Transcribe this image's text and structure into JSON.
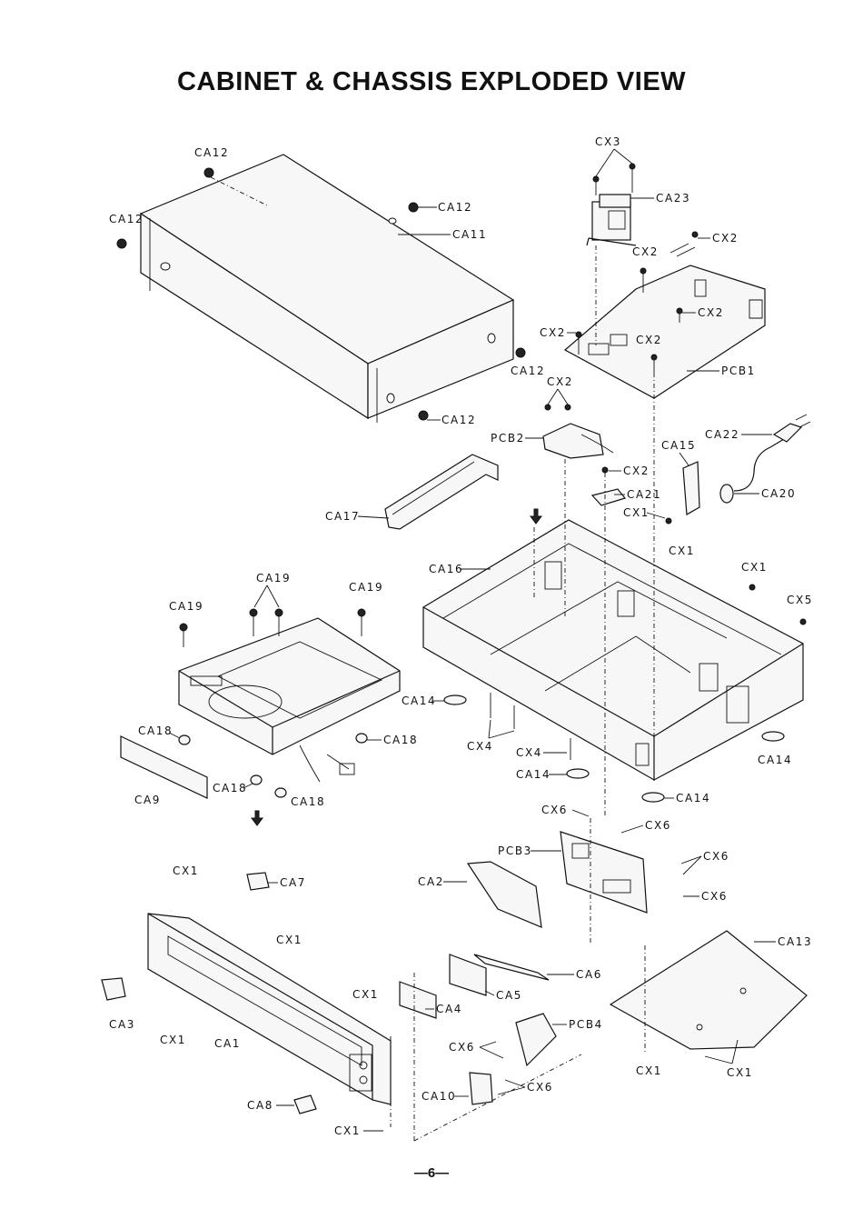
{
  "title": "CABINET & CHASSIS EXPLODED VIEW",
  "page_number": "—6—",
  "labels": {
    "ca12_a": "CA12",
    "ca12_b": "CA12",
    "ca12_c": "CA12",
    "ca12_d": "CA12",
    "ca12_e": "CA12",
    "ca11": "CA11",
    "cx3": "CX3",
    "ca23": "CA23",
    "cx2_a": "CX2",
    "cx2_b": "CX2",
    "cx2_c": "CX2",
    "cx2_d": "CX2",
    "cx2_e": "CX2",
    "cx2_f": "CX2",
    "cx2_g": "CX2",
    "pcb1": "PCB1",
    "pcb2": "PCB2",
    "ca22": "CA22",
    "ca15": "CA15",
    "ca20": "CA20",
    "ca21": "CA21",
    "ca17": "CA17",
    "cx1_a": "CX1",
    "cx1_b": "CX1",
    "cx1_c": "CX1",
    "cx5": "CX5",
    "ca16": "CA16",
    "ca19_a": "CA19",
    "ca19_b": "CA19",
    "ca19_c": "CA19",
    "ca14_a": "CA14",
    "ca14_b": "CA14",
    "ca14_c": "CA14",
    "ca14_d": "CA14",
    "ca18_a": "CA18",
    "ca18_b": "CA18",
    "ca18_c": "CA18",
    "ca18_d": "CA18",
    "ca9": "CA9",
    "cx4_a": "CX4",
    "cx4_b": "CX4",
    "cx6_a": "CX6",
    "cx6_b": "CX6",
    "cx6_c": "CX6",
    "cx6_d": "CX6",
    "cx6_e": "CX6",
    "cx6_f": "CX6",
    "pcb3": "PCB3",
    "cx1_d": "CX1",
    "ca7": "CA7",
    "ca2": "CA2",
    "ca13": "CA13",
    "cx1_e": "CX1",
    "ca6": "CA6",
    "ca5": "CA5",
    "cx1_f": "CX1",
    "ca4": "CA4",
    "ca3": "CA3",
    "cx1_g": "CX1",
    "ca1": "CA1",
    "pcb4": "PCB4",
    "cx1_h": "CX1",
    "cx1_i": "CX1",
    "ca8": "CA8",
    "ca10": "CA10",
    "cx1_j": "CX1"
  }
}
